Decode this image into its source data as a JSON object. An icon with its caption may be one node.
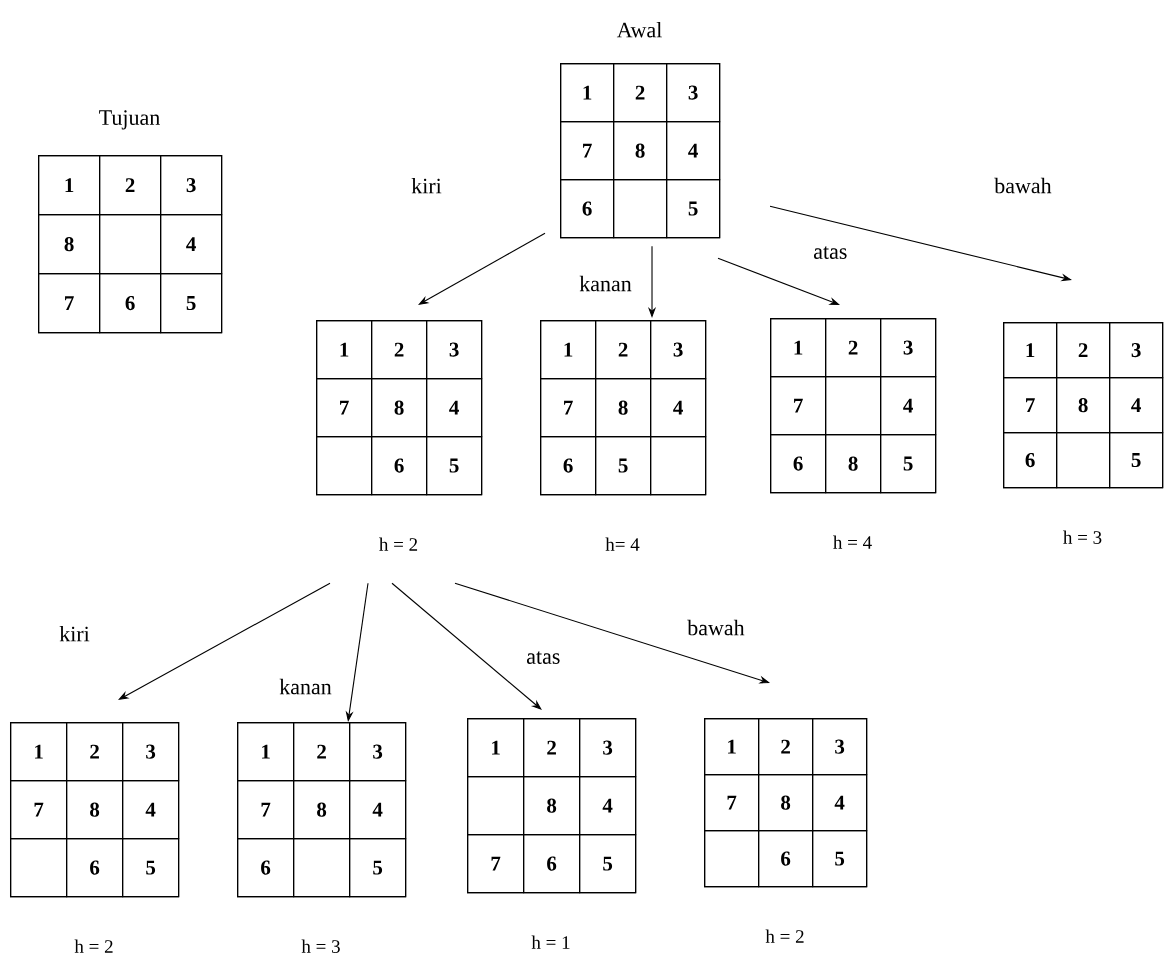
{
  "diagram": {
    "nodes": [
      {
        "text": [
          "Tujuan"
        ]
      },
      {
        "text": [
          "1"
        ],
        "in": 0
      },
      {
        "text": [
          "2"
        ],
        "in": 0
      },
      {
        "text": [
          "3"
        ],
        "in": 0
      },
      {
        "text": [
          "8"
        ],
        "in": 0
      },
      {
        "text": [],
        "shape": "box",
        "in": 0
      },
      {
        "text": [
          "4"
        ],
        "in": 0
      },
      {
        "text": [
          "7"
        ],
        "in": 0
      },
      {
        "text": [
          "6"
        ],
        "in": 0
      },
      {
        "text": [
          "5"
        ],
        "in": 0
      },
      {
        "text": [
          "Awal"
        ]
      },
      {
        "text": [
          "1"
        ],
        "in": 10
      },
      {
        "text": [
          "2"
        ],
        "in": 10
      },
      {
        "text": [
          "3"
        ],
        "in": 10
      },
      {
        "text": [
          "7"
        ],
        "in": 10
      },
      {
        "text": [
          "8"
        ],
        "in": 10
      },
      {
        "text": [
          "4"
        ],
        "in": 10
      },
      {
        "text": [
          "6"
        ],
        "in": 10
      },
      {
        "text": [],
        "shape": "box",
        "in": 10
      },
      {
        "text": [
          "5"
        ],
        "in": 10
      },
      {
        "text": [],
        "shape": "box",
        "beside": [
          "h = 2"
        ]
      },
      {
        "text": [
          "1"
        ],
        "in": 20
      },
      {
        "text": [
          "2"
        ],
        "in": 20
      },
      {
        "text": [
          "3"
        ],
        "in": 20
      },
      {
        "text": [
          "7"
        ],
        "in": 20
      },
      {
        "text": [
          "8"
        ],
        "in": 20
      },
      {
        "text": [
          "4"
        ],
        "in": 20
      },
      {
        "text": [],
        "shape": "box",
        "in": 20
      },
      {
        "text": [
          "6"
        ],
        "in": 20
      },
      {
        "text": [
          "5"
        ],
        "in": 20
      },
      {
        "text": [],
        "shape": "box",
        "beside": [
          "h= 4"
        ]
      },
      {
        "text": [
          "1"
        ],
        "in": 30
      },
      {
        "text": [
          "2"
        ],
        "in": 30
      },
      {
        "text": [
          "3"
        ],
        "in": 30
      },
      {
        "text": [
          "7"
        ],
        "in": 30
      },
      {
        "text": [
          "8"
        ],
        "in": 30
      },
      {
        "text": [
          "4"
        ],
        "in": 30
      },
      {
        "text": [
          "6"
        ],
        "in": 30
      },
      {
        "text": [
          "5"
        ],
        "in": 30
      },
      {
        "text": [],
        "shape": "box",
        "in": 30
      },
      {
        "text": [],
        "shape": "box",
        "beside": [
          "h = 4"
        ]
      },
      {
        "text": [
          "1"
        ],
        "in": 40
      },
      {
        "text": [
          "2"
        ],
        "in": 40
      },
      {
        "text": [
          "3"
        ],
        "in": 40
      },
      {
        "text": [
          "7"
        ],
        "in": 40
      },
      {
        "text": [],
        "shape": "box",
        "in": 40
      },
      {
        "text": [
          "4"
        ],
        "in": 40
      },
      {
        "text": [
          "6"
        ],
        "in": 40
      },
      {
        "text": [
          "8"
        ],
        "in": 40
      },
      {
        "text": [
          "5"
        ],
        "in": 40
      },
      {
        "text": [],
        "shape": "box",
        "beside": [
          "h = 3"
        ]
      },
      {
        "text": [
          "1"
        ],
        "in": 50
      },
      {
        "text": [
          "2"
        ],
        "in": 50
      },
      {
        "text": [
          "3"
        ],
        "in": 50
      },
      {
        "text": [
          "7"
        ],
        "in": 50
      },
      {
        "text": [
          "8"
        ],
        "in": 50
      },
      {
        "text": [
          "4"
        ],
        "in": 50
      },
      {
        "text": [
          "6"
        ],
        "in": 50
      },
      {
        "text": [],
        "shape": "box",
        "in": 50
      },
      {
        "text": [
          "5"
        ],
        "in": 50
      },
      {
        "text": [],
        "shape": "box",
        "beside": [
          "h = 2"
        ]
      },
      {
        "text": [
          "1"
        ],
        "in": 60
      },
      {
        "text": [
          "2"
        ],
        "in": 60
      },
      {
        "text": [
          "3"
        ],
        "in": 60
      },
      {
        "text": [
          "7"
        ],
        "in": 60
      },
      {
        "text": [
          "8"
        ],
        "in": 60
      },
      {
        "text": [
          "4"
        ],
        "in": 60
      },
      {
        "text": [],
        "shape": "box",
        "in": 60
      },
      {
        "text": [
          "6"
        ],
        "in": 60
      },
      {
        "text": [
          "5"
        ],
        "in": 60
      },
      {
        "text": [],
        "shape": "box",
        "beside": [
          "h = 3"
        ]
      },
      {
        "text": [
          "1"
        ],
        "in": 70
      },
      {
        "text": [
          "2"
        ],
        "in": 70
      },
      {
        "text": [
          "3"
        ],
        "in": 70
      },
      {
        "text": [
          "7"
        ],
        "in": 70
      },
      {
        "text": [
          "8"
        ],
        "in": 70
      },
      {
        "text": [
          "4"
        ],
        "in": 70
      },
      {
        "text": [
          "6"
        ],
        "in": 70
      },
      {
        "text": [],
        "shape": "box",
        "in": 70
      },
      {
        "text": [
          "5"
        ],
        "in": 70
      },
      {
        "text": [],
        "shape": "box",
        "beside": [
          "h = 1"
        ]
      },
      {
        "text": [
          "1"
        ],
        "in": 80
      },
      {
        "text": [
          "2"
        ],
        "in": 80
      },
      {
        "text": [
          "3"
        ],
        "in": 80
      },
      {
        "text": [],
        "shape": "box",
        "in": 80
      },
      {
        "text": [
          "8"
        ],
        "in": 80
      },
      {
        "text": [
          "4"
        ],
        "in": 80
      },
      {
        "text": [
          "7"
        ],
        "in": 80
      },
      {
        "text": [
          "6"
        ],
        "in": 80
      },
      {
        "text": [
          "5"
        ],
        "in": 80
      },
      {
        "text": [],
        "shape": "box",
        "beside": [
          "h = 2"
        ]
      },
      {
        "text": [
          "1"
        ],
        "in": 90
      },
      {
        "text": [
          "2"
        ],
        "in": 90
      },
      {
        "text": [
          "3"
        ],
        "in": 90
      },
      {
        "text": [
          "7"
        ],
        "in": 90
      },
      {
        "text": [
          "8"
        ],
        "in": 90
      },
      {
        "text": [
          "4"
        ],
        "in": 90
      },
      {
        "text": [],
        "shape": "box",
        "in": 90
      },
      {
        "text": [
          "6"
        ],
        "in": 90
      },
      {
        "text": [
          "5"
        ],
        "in": 90
      }
    ],
    "edges": [
      {
        "from": 10,
        "to": 20,
        "arrow": "to",
        "label": "kiri"
      },
      {
        "from": 10,
        "to": 30,
        "arrow": "to",
        "label": "kanan"
      },
      {
        "from": 10,
        "to": 40,
        "arrow": "to",
        "label": "atas"
      },
      {
        "from": 10,
        "to": 50,
        "arrow": "to",
        "label": "bawah"
      },
      {
        "from": 20,
        "to": 60,
        "arrow": "to",
        "label": "kiri"
      },
      {
        "from": 20,
        "to": 70,
        "arrow": "to",
        "label": "kanan"
      },
      {
        "from": 20,
        "to": 80,
        "arrow": "to",
        "label": "atas"
      },
      {
        "from": 20,
        "to": 90,
        "arrow": "to",
        "label": "bawah"
      }
    ]
  }
}
